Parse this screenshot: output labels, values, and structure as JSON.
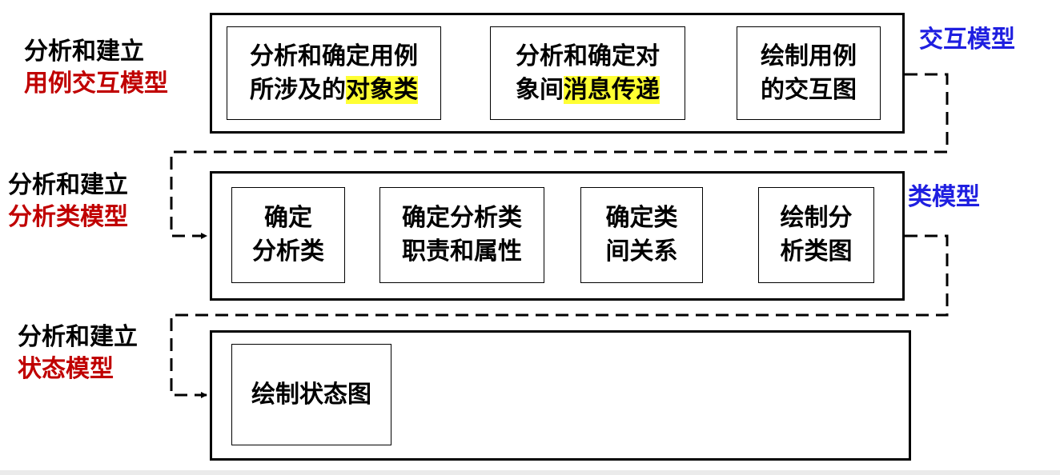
{
  "sections": [
    {
      "left_label_line1": "分析和建立",
      "left_label_line2": "用例交互模型",
      "right_label": "交互模型",
      "steps": [
        {
          "line1": "分析和确定用例",
          "line2_plain": "所涉及的",
          "line2_highlight": "对象类"
        },
        {
          "line1": "分析和确定对",
          "line2_plain": "象间",
          "line2_highlight": "消息传递"
        },
        {
          "line1": "绘制用例",
          "line2_plain": "的交互图",
          "line2_highlight": ""
        }
      ]
    },
    {
      "left_label_line1": "分析和建立",
      "left_label_line2": "分析类模型",
      "right_label": "类模型",
      "steps": [
        {
          "line1": "确定",
          "line2_plain": "分析类",
          "line2_highlight": ""
        },
        {
          "line1": "确定分析类",
          "line2_plain": "职责和属性",
          "line2_highlight": ""
        },
        {
          "line1": "确定类",
          "line2_plain": "间关系",
          "line2_highlight": ""
        },
        {
          "line1": "绘制分",
          "line2_plain": "析类图",
          "line2_highlight": ""
        }
      ]
    },
    {
      "left_label_line1": "分析和建立",
      "left_label_line2": "状态模型",
      "right_label": "",
      "steps": [
        {
          "line1": "绘制状态图",
          "line2_plain": "",
          "line2_highlight": ""
        }
      ]
    }
  ],
  "colors": {
    "model_label": "#c00000",
    "side_label": "#1f1fe0",
    "highlight": "#ffff33"
  }
}
